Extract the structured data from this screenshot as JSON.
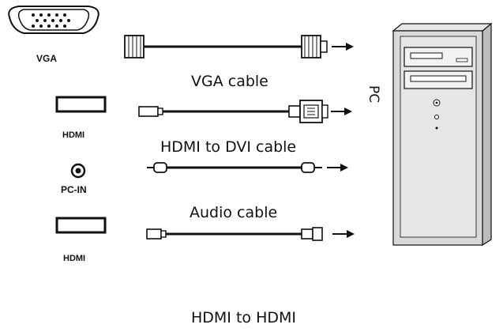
{
  "ports": {
    "vga": "VGA",
    "hdmi_1": "HDMI",
    "pc_in": "PC-IN",
    "hdmi_2": "HDMI"
  },
  "cables": {
    "vga": "VGA cable",
    "hdmi_dvi": "HDMI to DVI cable",
    "audio": "Audio cable",
    "hdmi_hdmi": "HDMI to HDMI"
  },
  "device": {
    "label": "PC"
  },
  "colors": {
    "line": "#111111",
    "pc_body": "#d9d9d9",
    "pc_front": "#e6e6e6",
    "pc_side": "#bcbcbc"
  }
}
